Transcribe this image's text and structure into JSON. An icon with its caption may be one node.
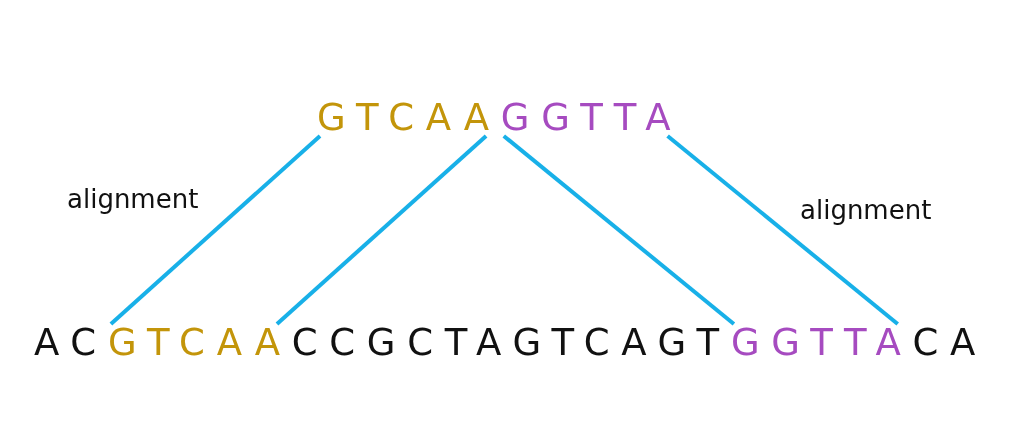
{
  "diagram": {
    "nodes": [
      {
        "text": [
          "GTCAA"
        ]
      },
      {
        "text": [
          "GGTTA"
        ]
      },
      {
        "text": [
          "AC"
        ]
      },
      {
        "text": [
          "GTCAA"
        ]
      },
      {
        "text": [
          "CCGCTAGTCAGT"
        ]
      },
      {
        "text": [
          "GGTTA"
        ]
      },
      {
        "text": [
          "CA"
        ]
      }
    ],
    "edges": [
      {
        "from": 0,
        "to": 3,
        "arrow": "none"
      },
      {
        "from": 0,
        "to": 3,
        "arrow": "none"
      },
      {
        "from": 1,
        "to": 5,
        "arrow": "none"
      },
      {
        "from": 1,
        "to": 5,
        "arrow": "none"
      }
    ],
    "labels": [
      "alignment",
      "alignment"
    ]
  }
}
